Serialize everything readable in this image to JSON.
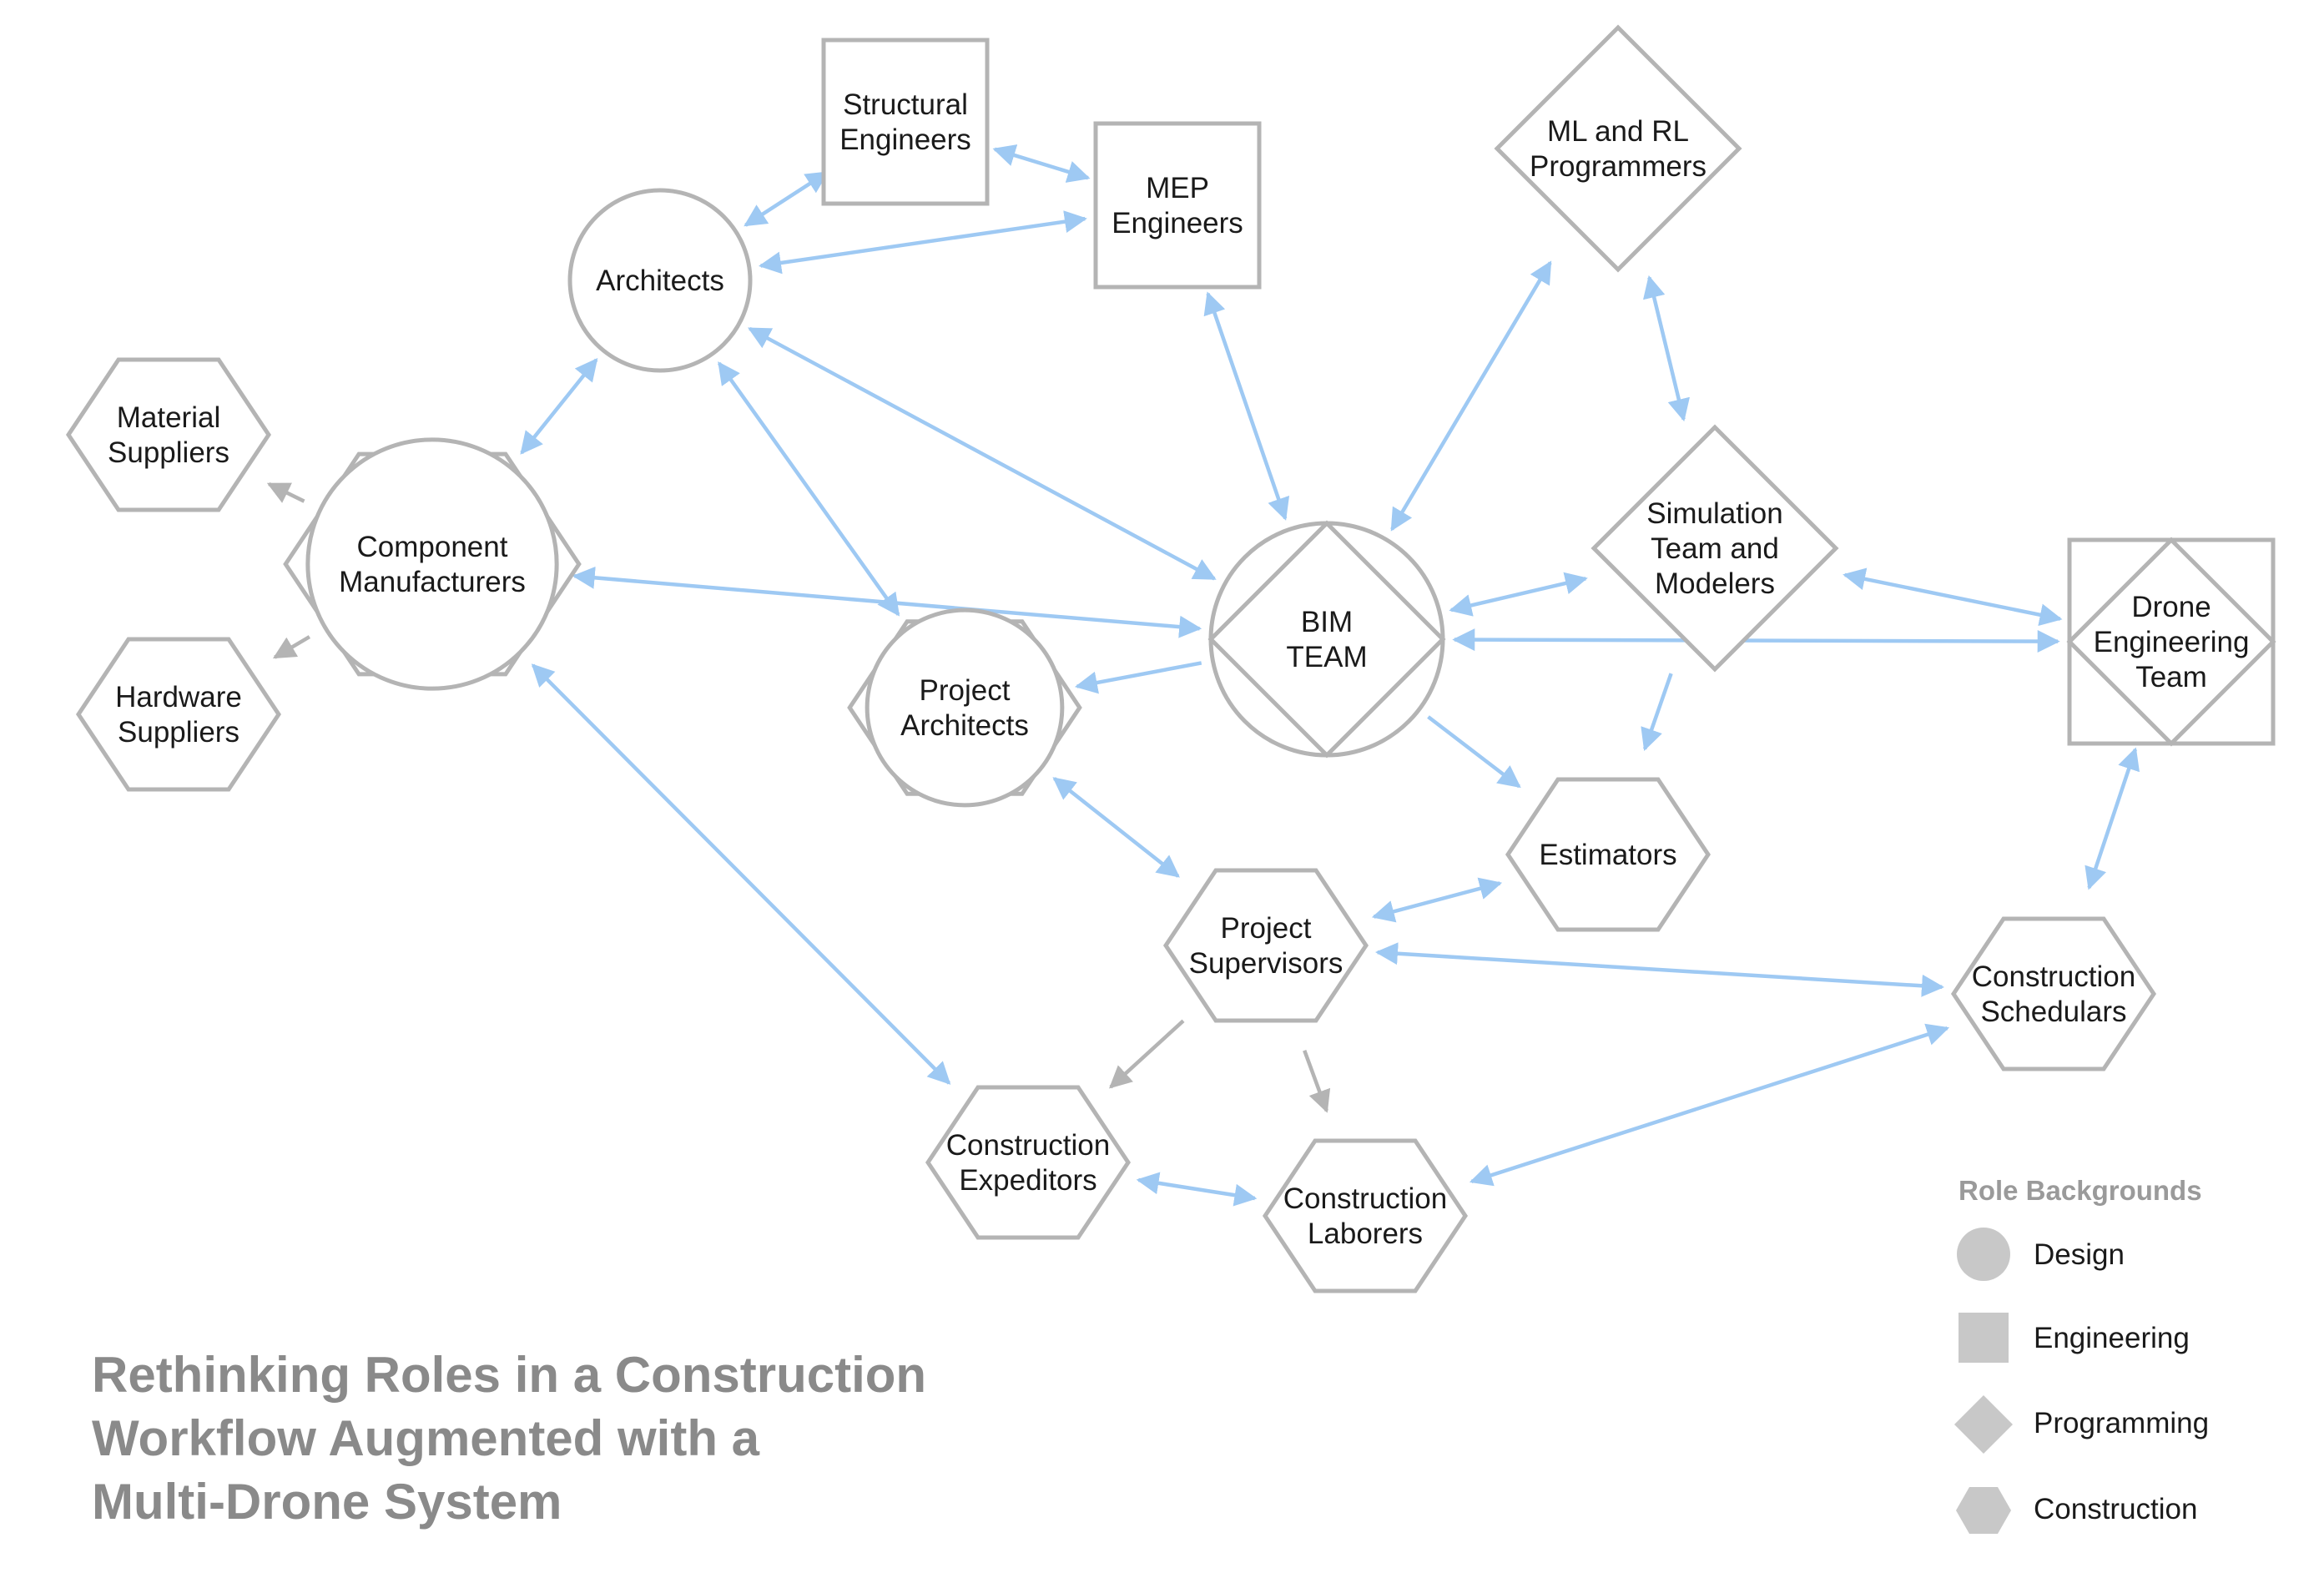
{
  "title": {
    "lines": [
      "Rethinking Roles in a Construction",
      "Workflow Augmented with a",
      "Multi-Drone System"
    ]
  },
  "legend": {
    "title": "Role Backgrounds",
    "items": [
      {
        "shape": "circle",
        "label": "Design"
      },
      {
        "shape": "square",
        "label": "Engineering"
      },
      {
        "shape": "diamond",
        "label": "Programming"
      },
      {
        "shape": "hexagon",
        "label": "Construction"
      }
    ]
  },
  "colors": {
    "blue_edge": "#9ec9f3",
    "gray_edge": "#b4b4b4",
    "node_stroke": "#b4b4b4",
    "swatch": "#c8c8c8",
    "title": "#8a8a8a"
  },
  "nodes": [
    {
      "id": "structural",
      "shapes": [
        "square"
      ],
      "lines": [
        "Structural",
        "Engineers"
      ]
    },
    {
      "id": "mep",
      "shapes": [
        "square"
      ],
      "lines": [
        "MEP",
        "Engineers"
      ]
    },
    {
      "id": "ml",
      "shapes": [
        "diamond"
      ],
      "lines": [
        "ML and RL",
        "Programmers"
      ]
    },
    {
      "id": "architects",
      "shapes": [
        "circle"
      ],
      "lines": [
        "Architects"
      ]
    },
    {
      "id": "material",
      "shapes": [
        "hexagon"
      ],
      "lines": [
        "Material",
        "Suppliers"
      ]
    },
    {
      "id": "component",
      "shapes": [
        "hexagon",
        "circle"
      ],
      "lines": [
        "Component",
        "Manufacturers"
      ]
    },
    {
      "id": "hardware",
      "shapes": [
        "hexagon"
      ],
      "lines": [
        "Hardware",
        "Suppliers"
      ]
    },
    {
      "id": "simulation",
      "shapes": [
        "diamond"
      ],
      "lines": [
        "Simulation",
        "Team and",
        "Modelers"
      ]
    },
    {
      "id": "bim",
      "shapes": [
        "circle",
        "diamond"
      ],
      "lines": [
        "BIM",
        "TEAM"
      ]
    },
    {
      "id": "drone",
      "shapes": [
        "square",
        "diamond"
      ],
      "lines": [
        "Drone",
        "Engineering",
        "Team"
      ]
    },
    {
      "id": "projarch",
      "shapes": [
        "hexagon",
        "circle"
      ],
      "lines": [
        "Project",
        "Architects"
      ]
    },
    {
      "id": "estimators",
      "shapes": [
        "hexagon"
      ],
      "lines": [
        "Estimators"
      ]
    },
    {
      "id": "supervisors",
      "shapes": [
        "hexagon"
      ],
      "lines": [
        "Project",
        "Supervisors"
      ]
    },
    {
      "id": "schedulers",
      "shapes": [
        "hexagon"
      ],
      "lines": [
        "Construction",
        "Schedulars"
      ]
    },
    {
      "id": "expeditors",
      "shapes": [
        "hexagon"
      ],
      "lines": [
        "Construction",
        "Expeditors"
      ]
    },
    {
      "id": "laborers",
      "shapes": [
        "hexagon"
      ],
      "lines": [
        "Construction",
        "Laborers"
      ]
    }
  ],
  "edges": [
    {
      "from": "architects",
      "to": "structural",
      "color": "blue",
      "dir": "both"
    },
    {
      "from": "structural",
      "to": "mep",
      "color": "blue",
      "dir": "both"
    },
    {
      "from": "architects",
      "to": "mep",
      "color": "blue",
      "dir": "both"
    },
    {
      "from": "component",
      "to": "architects",
      "color": "blue",
      "dir": "both"
    },
    {
      "from": "architects",
      "to": "bim",
      "color": "blue",
      "dir": "both"
    },
    {
      "from": "architects",
      "to": "projarch",
      "color": "blue",
      "dir": "both"
    },
    {
      "from": "mep",
      "to": "bim",
      "color": "blue",
      "dir": "both"
    },
    {
      "from": "bim",
      "to": "ml",
      "color": "blue",
      "dir": "both"
    },
    {
      "from": "ml",
      "to": "simulation",
      "color": "blue",
      "dir": "both"
    },
    {
      "from": "component",
      "to": "bim",
      "color": "blue",
      "dir": "both"
    },
    {
      "from": "bim",
      "to": "simulation",
      "color": "blue",
      "dir": "both"
    },
    {
      "from": "simulation",
      "to": "drone",
      "color": "blue",
      "dir": "both"
    },
    {
      "from": "bim",
      "to": "drone",
      "color": "blue",
      "dir": "both"
    },
    {
      "from": "bim",
      "to": "projarch",
      "color": "blue",
      "dir": "to"
    },
    {
      "from": "bim",
      "to": "estimators",
      "color": "blue",
      "dir": "to"
    },
    {
      "from": "simulation",
      "to": "estimators",
      "color": "blue",
      "dir": "to"
    },
    {
      "from": "projarch",
      "to": "supervisors",
      "color": "blue",
      "dir": "both"
    },
    {
      "from": "supervisors",
      "to": "estimators",
      "color": "blue",
      "dir": "both"
    },
    {
      "from": "supervisors",
      "to": "schedulers",
      "color": "blue",
      "dir": "both"
    },
    {
      "from": "drone",
      "to": "schedulers",
      "color": "blue",
      "dir": "both"
    },
    {
      "from": "component",
      "to": "expeditors",
      "color": "blue",
      "dir": "both"
    },
    {
      "from": "expeditors",
      "to": "laborers",
      "color": "blue",
      "dir": "both"
    },
    {
      "from": "laborers",
      "to": "schedulers",
      "color": "blue",
      "dir": "both"
    },
    {
      "from": "component",
      "to": "material",
      "color": "gray",
      "dir": "to"
    },
    {
      "from": "component",
      "to": "hardware",
      "color": "gray",
      "dir": "to"
    },
    {
      "from": "supervisors",
      "to": "expeditors",
      "color": "gray",
      "dir": "to"
    },
    {
      "from": "supervisors",
      "to": "laborers",
      "color": "gray",
      "dir": "to"
    }
  ]
}
